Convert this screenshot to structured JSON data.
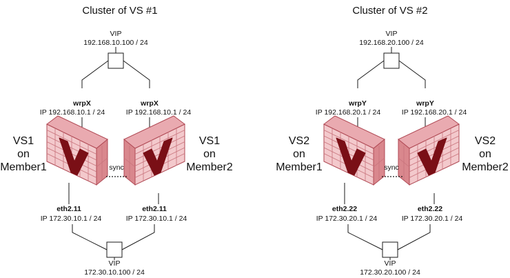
{
  "clusters": [
    {
      "title": "Cluster of VS #1",
      "vip_top_label": "VIP",
      "vip_top_ip": "192.168.10.100 / 24",
      "vip_bottom_label": "VIP",
      "vip_bottom_ip": "172.30.10.100 / 24",
      "sync_label": "sync",
      "left": {
        "name_line1": "VS1",
        "name_line2": "on",
        "name_line3": "Member1",
        "top_iface": "wrpX",
        "top_ip": "IP 192.168.10.1 / 24",
        "bottom_iface": "eth2.11",
        "bottom_ip": "IP 172.30.10.1 / 24"
      },
      "right": {
        "name_line1": "VS1",
        "name_line2": "on",
        "name_line3": "Member2",
        "top_iface": "wrpX",
        "top_ip": "IP 192.168.10.1 / 24",
        "bottom_iface": "eth2.11",
        "bottom_ip": "IP 172.30.10.1 / 24"
      }
    },
    {
      "title": "Cluster of VS #2",
      "vip_top_label": "VIP",
      "vip_top_ip": "192.168.20.100 / 24",
      "vip_bottom_label": "VIP",
      "vip_bottom_ip": "172.30.20.100 / 24",
      "sync_label": "sync",
      "left": {
        "name_line1": "VS2",
        "name_line2": "on",
        "name_line3": "Member1",
        "top_iface": "wrpY",
        "top_ip": "IP 192.168.20.1 / 24",
        "bottom_iface": "eth2.22",
        "bottom_ip": "IP 172.30.20.1 / 24"
      },
      "right": {
        "name_line1": "VS2",
        "name_line2": "on",
        "name_line3": "Member2",
        "top_iface": "wrpY",
        "top_ip": "IP 192.168.20.1 / 24",
        "bottom_iface": "eth2.22",
        "bottom_ip": "IP 172.30.20.1 / 24"
      }
    }
  ],
  "colors": {
    "firewall_front": "#f3c9cc",
    "firewall_side": "#d9878d",
    "firewall_top": "#e9aab0",
    "firewall_outline": "#b04a55",
    "firewall_brick_line": "#c8737c",
    "v_mark": "#7a0f16",
    "wire": "#1a1a1a"
  },
  "icons": {
    "switch": "network-switch-icon",
    "firewall": "firewall-gateway-icon",
    "v_mark": "checkpoint-v-logo"
  }
}
